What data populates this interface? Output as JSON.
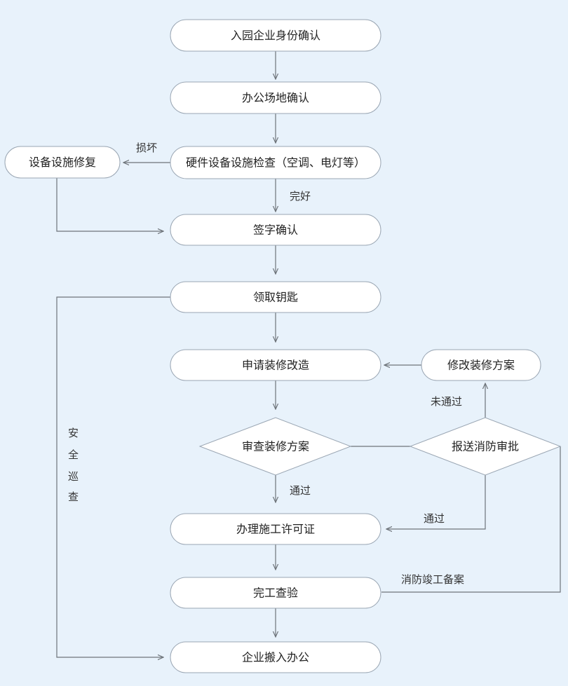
{
  "nodes": {
    "identity_confirm": "入园企业身份确认",
    "site_confirm": "办公场地确认",
    "hardware_check": "硬件设备设施检查（空调、电灯等）",
    "facility_repair": "设备设施修复",
    "sign_confirm": "签字确认",
    "collect_keys": "领取钥匙",
    "apply_renovation": "申请装修改造",
    "modify_plan": "修改装修方案",
    "review_plan": "审查装修方案",
    "fire_review": "报送消防审批",
    "construction_permit": "办理施工许可证",
    "completion_inspection": "完工查验",
    "move_in": "企业搬入办公"
  },
  "edge_labels": {
    "damaged": "损坏",
    "intact": "完好",
    "not_passed": "未通过",
    "passed_review": "通过",
    "passed_fire": "通过",
    "fire_completion_filing": "消防竣工备案"
  },
  "side_label": [
    "安",
    "全",
    "巡",
    "查"
  ],
  "colors": {
    "background": "#e8f2fb",
    "node_fill": "#ffffff",
    "node_border": "#9aa6b3",
    "connector": "#6e747a",
    "text": "#222222"
  }
}
